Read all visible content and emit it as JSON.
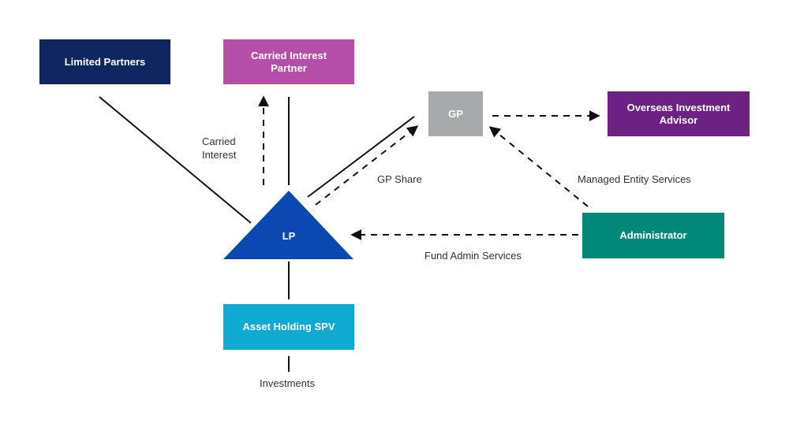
{
  "nodes": {
    "limited_partners": {
      "label": "Limited Partners",
      "color": "#0f2660"
    },
    "carried_interest_partner": {
      "label": "Carried Interest Partner",
      "color": "#b54ea8"
    },
    "gp": {
      "label": "GP",
      "color": "#a7a9ab"
    },
    "overseas_investment_advisor": {
      "label": "Overseas Investment Advisor",
      "color": "#6d2182"
    },
    "lp": {
      "label": "LP",
      "color": "#0b48b2"
    },
    "administrator": {
      "label": "Administrator",
      "color": "#00897b"
    },
    "asset_holding_spv": {
      "label": "Asset Holding SPV",
      "color": "#10a9d1"
    }
  },
  "edge_labels": {
    "carried_interest_line1": "Carried",
    "carried_interest_line2": "Interest",
    "gp_share": "GP Share",
    "managed_entity_services": "Managed Entity Services",
    "fund_admin_services": "Fund Admin Services",
    "investments": "Investments"
  }
}
